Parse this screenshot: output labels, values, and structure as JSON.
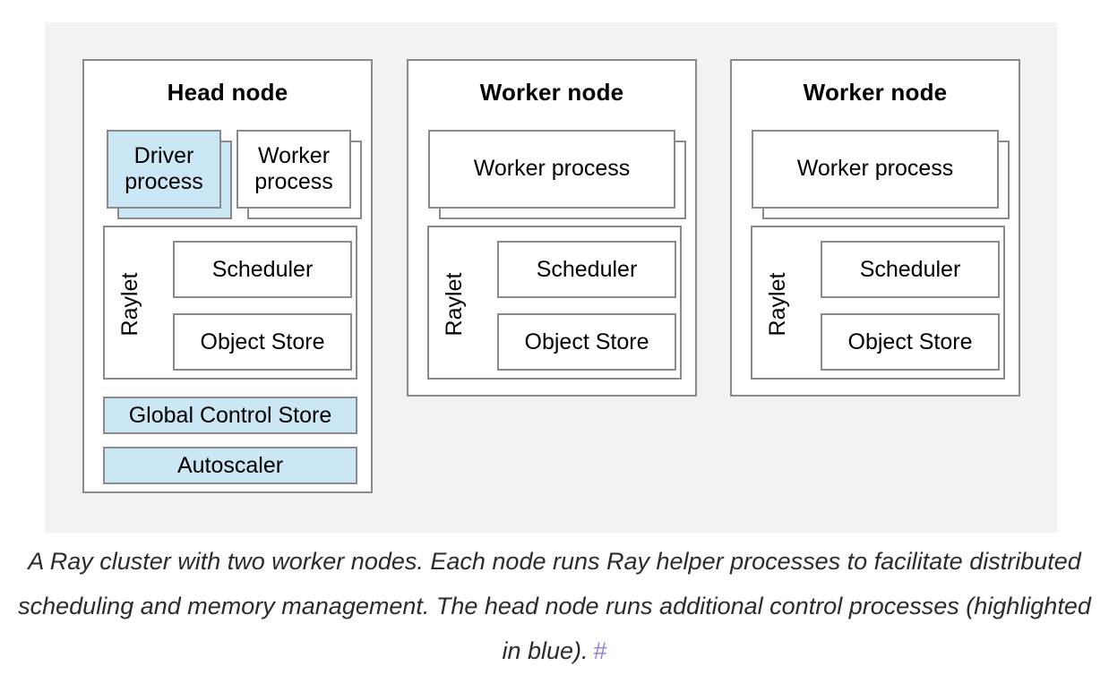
{
  "figure": {
    "panel_bg": "#f2f2f2",
    "highlight_color": "#cbe6f4",
    "border_color": "#8a8a8a",
    "nodes": [
      {
        "title": "Head node",
        "processes": [
          {
            "label": "Driver process",
            "highlighted": true
          },
          {
            "label": "Worker process",
            "highlighted": false
          }
        ],
        "raylet": {
          "label": "Raylet",
          "components": [
            "Scheduler",
            "Object Store"
          ]
        },
        "control_bars": [
          {
            "label": "Global Control Store",
            "highlighted": true
          },
          {
            "label": "Autoscaler",
            "highlighted": true
          }
        ]
      },
      {
        "title": "Worker node",
        "processes": [
          {
            "label": "Worker process",
            "highlighted": false
          }
        ],
        "raylet": {
          "label": "Raylet",
          "components": [
            "Scheduler",
            "Object Store"
          ]
        },
        "control_bars": []
      },
      {
        "title": "Worker node",
        "processes": [
          {
            "label": "Worker process",
            "highlighted": false
          }
        ],
        "raylet": {
          "label": "Raylet",
          "components": [
            "Scheduler",
            "Object Store"
          ]
        },
        "control_bars": []
      }
    ]
  },
  "caption": {
    "text": "A Ray cluster with two worker nodes. Each node runs Ray helper processes to facilitate distributed scheduling and memory management. The head node runs additional control processes (highlighted in blue).",
    "anchor": "#",
    "anchor_color": "#8f7fe0"
  }
}
